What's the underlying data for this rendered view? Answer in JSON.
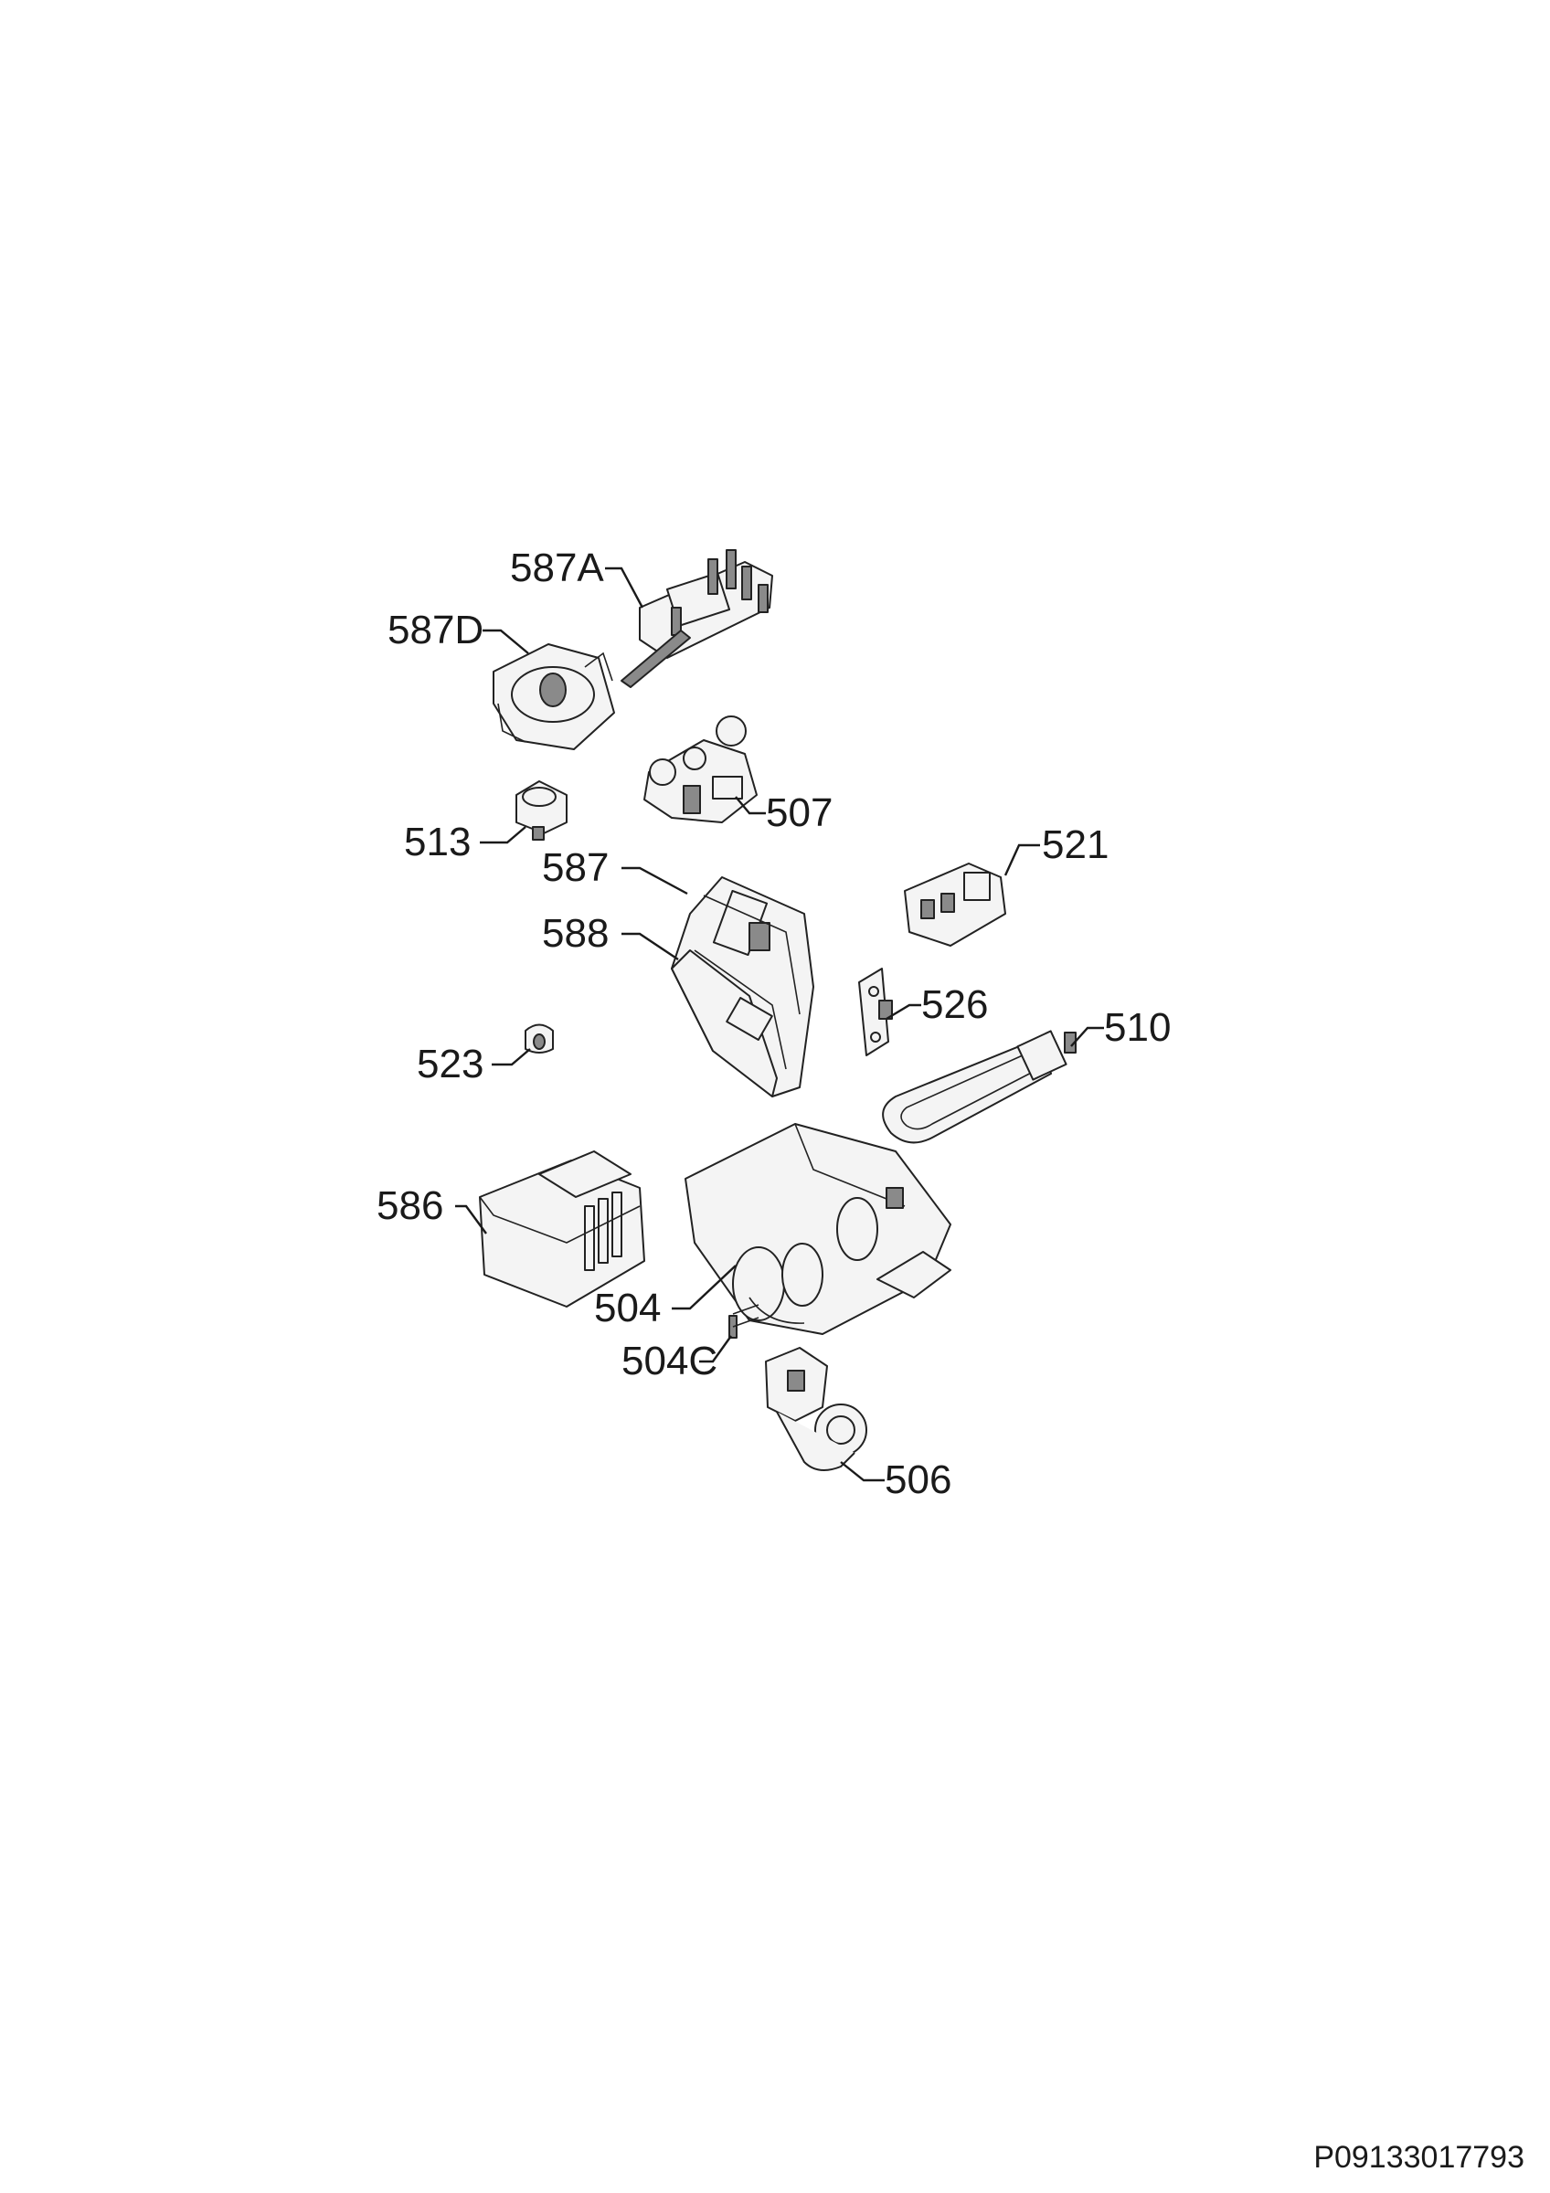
{
  "labels": {
    "l587A": "587A",
    "l587D": "587D",
    "l507": "507",
    "l513": "513",
    "l587": "587",
    "l588": "588",
    "l521": "521",
    "l526": "526",
    "l510": "510",
    "l523": "523",
    "l586": "586",
    "l504": "504",
    "l504C": "504C",
    "l506": "506"
  },
  "drawing_code": "P09133017793",
  "colors": {
    "line": "#1a1a1a",
    "fill": "#f4f4f4",
    "dark": "#8a8a8a"
  }
}
